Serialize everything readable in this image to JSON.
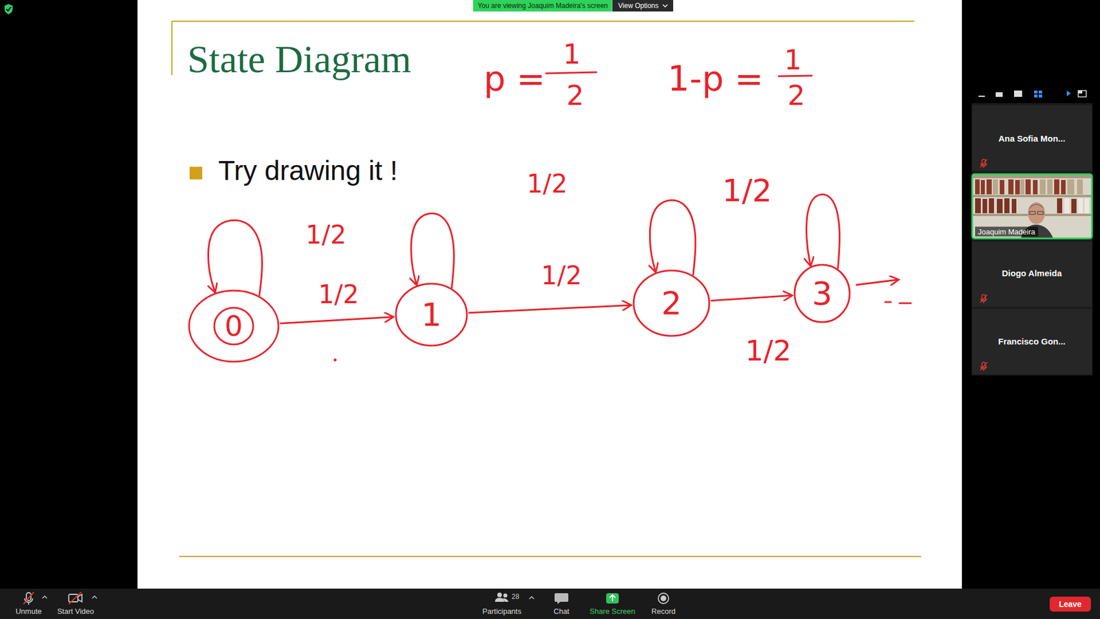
{
  "diagram": {
    "title": "State Diagram",
    "nodes": [
      {
        "text": [
          "0"
        ]
      },
      {
        "text": [
          "1"
        ]
      },
      {
        "text": [
          "2"
        ]
      },
      {
        "text": [
          "3"
        ]
      }
    ],
    "edges": [
      {
        "from": 0,
        "to": 0,
        "label": "1/2",
        "arrow": "to"
      },
      {
        "from": 0,
        "to": 1,
        "label": "1/2",
        "arrow": "to"
      },
      {
        "from": 1,
        "to": 1,
        "label": "1/2",
        "arrow": "to"
      },
      {
        "from": 1,
        "to": 2,
        "label": "1/2",
        "arrow": "to"
      },
      {
        "from": 2,
        "to": 2,
        "label": "1/2",
        "arrow": "to"
      },
      {
        "from": 2,
        "to": 3,
        "label": "1/2",
        "arrow": "to"
      },
      {
        "from": 3,
        "to": 3,
        "arrow": "to"
      }
    ],
    "labels": [
      "You are viewing Joaquim Madeira's screen",
      "View Options",
      "p =",
      "1",
      "2",
      "1-p =",
      "1",
      "2",
      "Try drawing it !",
      "Ana Sofia Mon...",
      "Joaquim Madeira",
      "Diogo Almeida",
      "Francisco Gon...",
      "Unmute",
      "Start Video",
      "28",
      "Participants",
      "Chat",
      "Share Screen",
      "Record",
      "Leave"
    ]
  }
}
